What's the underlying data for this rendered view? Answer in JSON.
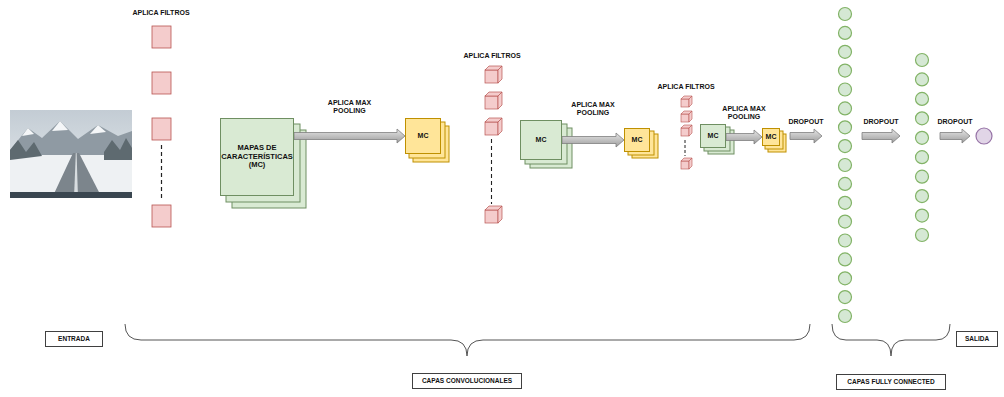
{
  "diagram": {
    "nodes": [
      {
        "text": [
          "MAPAS DE CARACTERÍSTICAS (MC)"
        ]
      },
      {
        "text": [
          "MC"
        ]
      },
      {
        "text": [
          "MC"
        ]
      },
      {
        "text": [
          "MC"
        ]
      },
      {
        "text": [
          "MC"
        ]
      },
      {
        "text": [
          "MC"
        ]
      },
      {
        "text": [
          "ENTRADA"
        ]
      },
      {
        "text": [
          "CAPAS CONVOLUCIONALES"
        ]
      },
      {
        "text": [
          "CAPAS FULLY CONNECTED"
        ]
      },
      {
        "text": [
          "SALIDA"
        ]
      }
    ],
    "edges": [
      {
        "from": 0,
        "to": 1,
        "arrow": "to",
        "label": "APLICA MAX POOLING"
      },
      {
        "from": 2,
        "to": 3,
        "arrow": "to",
        "label": "APLICA MAX POOLING"
      },
      {
        "from": 4,
        "to": 5,
        "arrow": "to",
        "label": "APLICA MAX POOLING"
      }
    ],
    "labels": [
      "APLICA FILTROS",
      "APLICA FILTROS",
      "APLICA FILTROS",
      "DROPOUT",
      "DROPOUT",
      "DROPOUT"
    ]
  }
}
